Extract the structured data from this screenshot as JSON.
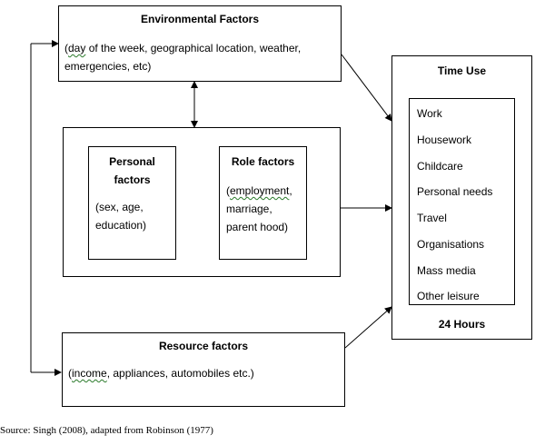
{
  "environmental": {
    "title": "Environmental Factors",
    "text_pre": "(",
    "text_underlined": "day",
    "text_post": " of the week, geographical location, weather, emergencies, etc)"
  },
  "personal": {
    "title_line1": "Personal",
    "title_line2": "factors",
    "text": "(sex, age, education)"
  },
  "role": {
    "title": "Role factors",
    "text_pre": "(",
    "text_underlined": "employment",
    "text_post": ", marriage, parent hood)"
  },
  "resource": {
    "title": "Resource factors",
    "text_pre": "(",
    "text_underlined": "income",
    "text_post": ", appliances, automobiles etc.)"
  },
  "time_use": {
    "title": "Time Use",
    "items": [
      "Work",
      "Housework",
      "Childcare",
      "Personal needs",
      "Travel",
      "Organisations",
      "Mass media",
      "Other leisure"
    ],
    "footer": "24 Hours"
  },
  "source": "Source: Singh  (2008), adapted from Robinson (1977)"
}
